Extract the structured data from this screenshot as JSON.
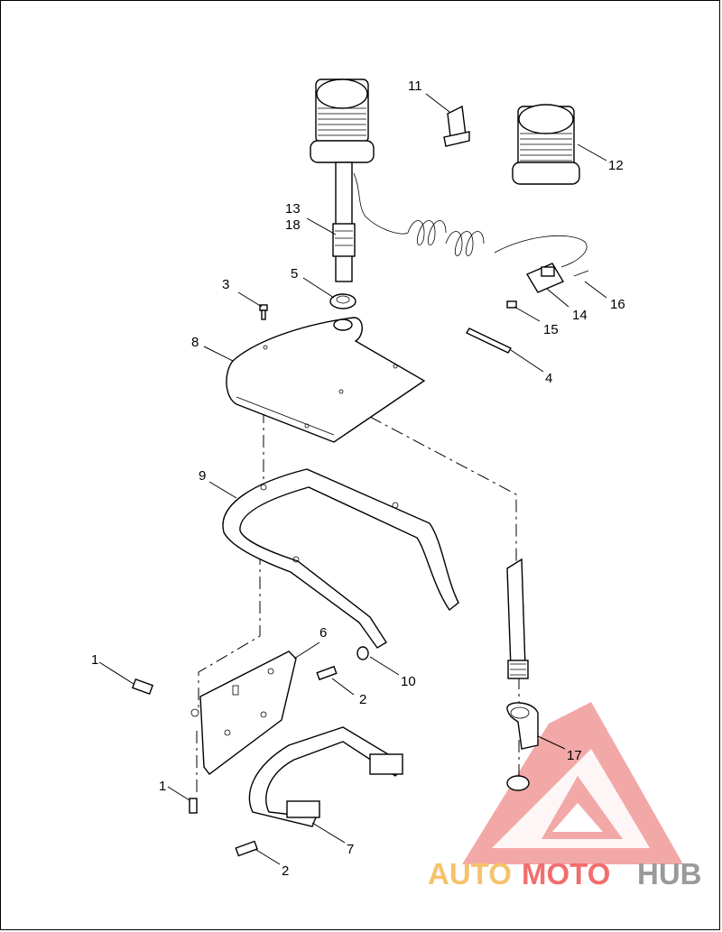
{
  "callouts": [
    "1",
    "1",
    "2",
    "2",
    "3",
    "4",
    "5",
    "6",
    "7",
    "8",
    "9",
    "10",
    "11",
    "12",
    "13",
    "18",
    "14",
    "15",
    "16",
    "17"
  ],
  "watermark": {
    "part1": "AUTO",
    "part2": "MOTO",
    "part3": "HUB",
    "color1": "#f5c26b",
    "color2": "#f26d6d",
    "color3": "#9a9a9a"
  }
}
